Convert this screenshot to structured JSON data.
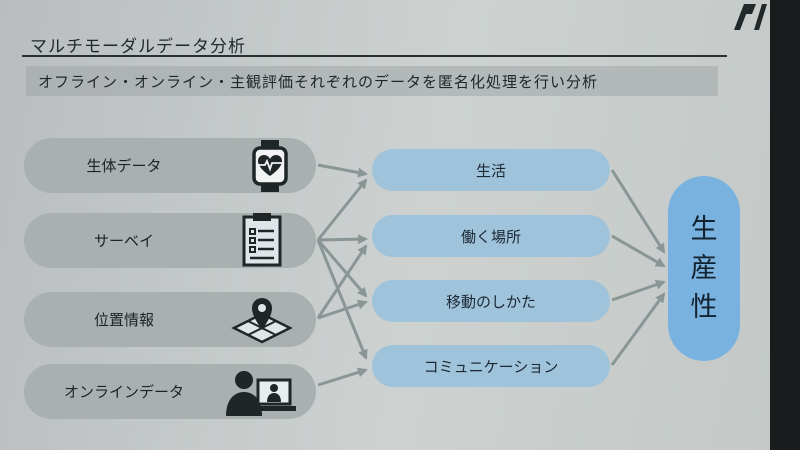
{
  "title": "マルチモーダルデータ分析",
  "subtitle": "オフライン・オンライン・主観評価それぞれのデータを匿名化処理を行い分析",
  "sources": [
    {
      "label": "生体データ",
      "icon": "smartwatch-icon"
    },
    {
      "label": "サーベイ",
      "icon": "clipboard-icon"
    },
    {
      "label": "位置情報",
      "icon": "map-pin-icon"
    },
    {
      "label": "オンラインデータ",
      "icon": "computer-user-icon"
    }
  ],
  "categories": [
    {
      "label": "生活"
    },
    {
      "label": "働く場所"
    },
    {
      "label": "移動のしかた"
    },
    {
      "label": "コミュニケーション"
    }
  ],
  "productivity": {
    "chars": [
      "生",
      "産",
      "性"
    ]
  },
  "colors": {
    "source_pill": "#a8b0b0",
    "category_pill": "#9ec3db",
    "productivity_pill": "#79b2de",
    "arrow": "#8a9696"
  }
}
